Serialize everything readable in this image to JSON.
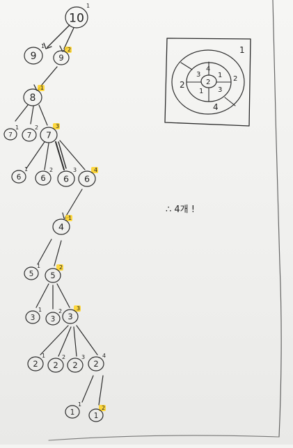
{
  "tree": {
    "nodes": [
      {
        "id": "n10",
        "label": "10",
        "mark": "1",
        "highlight": false
      },
      {
        "id": "n9a",
        "label": "9",
        "mark": "1",
        "highlight": false
      },
      {
        "id": "n9b",
        "label": "9",
        "mark": "2",
        "highlight": true
      },
      {
        "id": "n8",
        "label": "8",
        "mark": "1",
        "highlight": true
      },
      {
        "id": "n7a",
        "label": "7",
        "mark": "1",
        "highlight": false
      },
      {
        "id": "n7b",
        "label": "7",
        "mark": "2",
        "highlight": false
      },
      {
        "id": "n7c",
        "label": "7",
        "mark": "3",
        "highlight": true
      },
      {
        "id": "n6a",
        "label": "6",
        "mark": "1",
        "highlight": false
      },
      {
        "id": "n6b",
        "label": "6",
        "mark": "2",
        "highlight": false
      },
      {
        "id": "n6c",
        "label": "6",
        "mark": "3",
        "highlight": false
      },
      {
        "id": "n6d",
        "label": "6",
        "mark": "4",
        "highlight": true
      },
      {
        "id": "n4",
        "label": "4",
        "mark": "1",
        "highlight": true
      },
      {
        "id": "n5a",
        "label": "5",
        "mark": "1",
        "highlight": false
      },
      {
        "id": "n5b",
        "label": "5",
        "mark": "2",
        "highlight": true
      },
      {
        "id": "n3a",
        "label": "3",
        "mark": "1",
        "highlight": false
      },
      {
        "id": "n3b",
        "label": "3",
        "mark": "2",
        "highlight": false
      },
      {
        "id": "n3c",
        "label": "3",
        "mark": "3",
        "highlight": true
      },
      {
        "id": "n2a",
        "label": "2",
        "mark": "1",
        "highlight": false
      },
      {
        "id": "n2b",
        "label": "2",
        "mark": "2",
        "highlight": false
      },
      {
        "id": "n2c",
        "label": "2",
        "mark": "3",
        "highlight": false
      },
      {
        "id": "n2d",
        "label": "2",
        "mark": "4",
        "highlight": false
      },
      {
        "id": "n1a",
        "label": "1",
        "mark": "1",
        "highlight": false
      },
      {
        "id": "n1b",
        "label": "1",
        "mark": "2",
        "highlight": true
      }
    ]
  },
  "sketch": {
    "corner_mark": "1",
    "regions": [
      "4",
      "3",
      "1",
      "2",
      "2",
      "1",
      "3",
      "2",
      "4"
    ]
  },
  "note": {
    "text": "∴ 4개 !"
  },
  "colors": {
    "ink": "#2a2a2a",
    "highlight": "#ffd21f"
  }
}
